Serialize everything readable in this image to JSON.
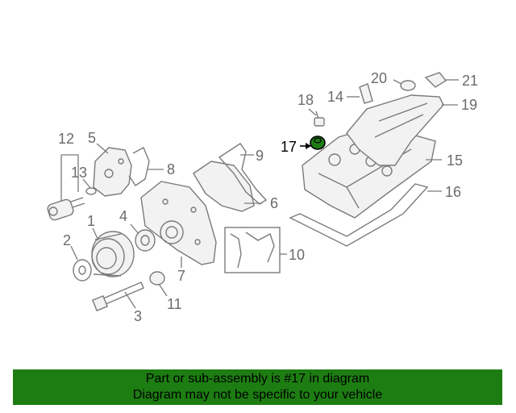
{
  "callouts": {
    "c1": "1",
    "c2": "2",
    "c3": "3",
    "c4": "4",
    "c5": "5",
    "c6": "6",
    "c7": "7",
    "c8": "8",
    "c9": "9",
    "c10": "10",
    "c11": "11",
    "c12": "12",
    "c13": "13",
    "c14": "14",
    "c15": "15",
    "c16": "16",
    "c17": "17",
    "c18": "18",
    "c19": "19",
    "c20": "20",
    "c21": "21"
  },
  "highlight": {
    "part_number": "17",
    "color": "#1d7d12"
  },
  "banner": {
    "line1": "Part or sub-assembly is #17 in diagram",
    "line2": "Diagram may not be specific to your vehicle",
    "background": "#1d7d12"
  }
}
